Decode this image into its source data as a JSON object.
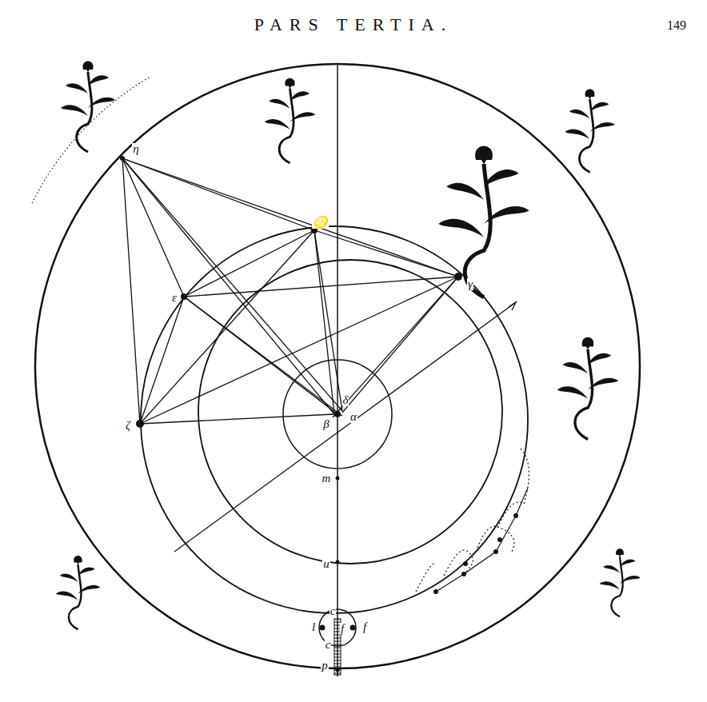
{
  "diagram": {
    "title": "PARS TERTIA.",
    "labels": [
      "149",
      "η",
      "♌",
      "γ",
      "ε",
      "ζ",
      "δ",
      "α",
      "β",
      "m",
      "u",
      "c",
      "l",
      "f",
      "f",
      "c",
      "p"
    ]
  }
}
